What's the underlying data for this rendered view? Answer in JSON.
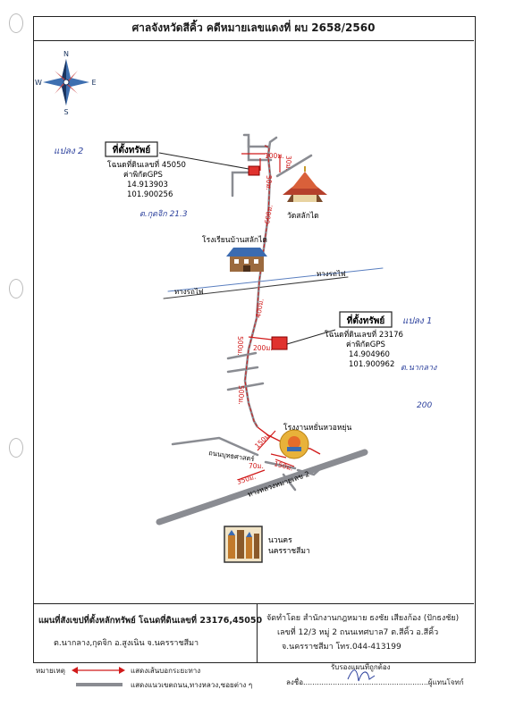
{
  "header": {
    "title": "ศาลจังหวัดสีคิ้ว  คดีหมายเลขแดงที่ ผบ 2658/2560"
  },
  "compass": {
    "n": "N",
    "s": "S",
    "e": "E",
    "w": "W"
  },
  "property_a": {
    "title": "ที่ตั้งทรัพย์",
    "deed": "โฉนดที่ดินเลขที่ 45050",
    "gps_label": "ค่าพิกัดGPS",
    "lat": "14.913903",
    "lon": "101.900256",
    "note_plot": "แปลง 2",
    "note_location": "ต.กุดจิก  21.3"
  },
  "property_b": {
    "title": "ที่ตั้งทรัพย์",
    "deed": "โฉนดที่ดินเลขที่ 23176",
    "gps_label": "ค่าพิกัดGPS",
    "lat": "14.904960",
    "lon": "101.900962",
    "note_plot": "แปลง 1",
    "note_location": "ต.นากลาง",
    "note_number": "200"
  },
  "landmarks": {
    "temple": "วัดสลักได",
    "school": "โรงเรียนบ้านสลักได",
    "railway_left": "ทางรถไฟ",
    "railway_right": "ทางรถไฟ",
    "factory": "โรงงานหยั่นหวอหยุ่น",
    "road_school": "ถนนบุทธศาสตร์",
    "highway": "ทางหลวงหมายเลข 2",
    "city_1": "นวนคร",
    "city_2": "นครราชสีมา"
  },
  "distances": {
    "d100": "100ม.",
    "d30a": "30ม.",
    "d30b": "30ม.",
    "d600": "600ม.",
    "d400": "400ม.",
    "d500a": "500ม.",
    "d200": "200ม.",
    "d500b": "500ม.",
    "d150a": "150ม.",
    "d150b": "150ม.",
    "d70": "70ม.",
    "d350": "350ม."
  },
  "footer": {
    "plan_title": "แผนที่สังเขปที่ตั้งหลักทรัพย์ โฉนดที่ดินเลขที่ 23176,45050",
    "plan_location": "ต.นากลาง,กุดจิก  อ.สูงเนิน  จ.นครราชสีมา",
    "prepared_1": "จัดทำโดย  สำนักงานกฎหมาย ธงชัย เสียงก้อง (ปักธงชัย)",
    "prepared_2": "เลขที่ 12/3 หมู่ 2 ถนนเทศบาล7 ต.สีคิ้ว อ.สีคิ้ว",
    "prepared_3": "จ.นครราชสีมา โทร.044-413199"
  },
  "legend": {
    "remark": "หมายเหตุ",
    "red_line": "แสดงเส้นบอกระยะทาง",
    "grey_line": "แสดงแนวเขตถนน,ทางหลวง,ซอยต่าง ๆ",
    "certify": "รับรองแผนที่ถูกต้อง",
    "sign": "ลงชื่อ.......................................................ผู้แทนโจทก์"
  },
  "colors": {
    "road": "#8a8c92",
    "distance": "#d11a1a",
    "marker": "#e0322e",
    "ink": "#1a1a1a",
    "pen": "#2a3f9c"
  }
}
